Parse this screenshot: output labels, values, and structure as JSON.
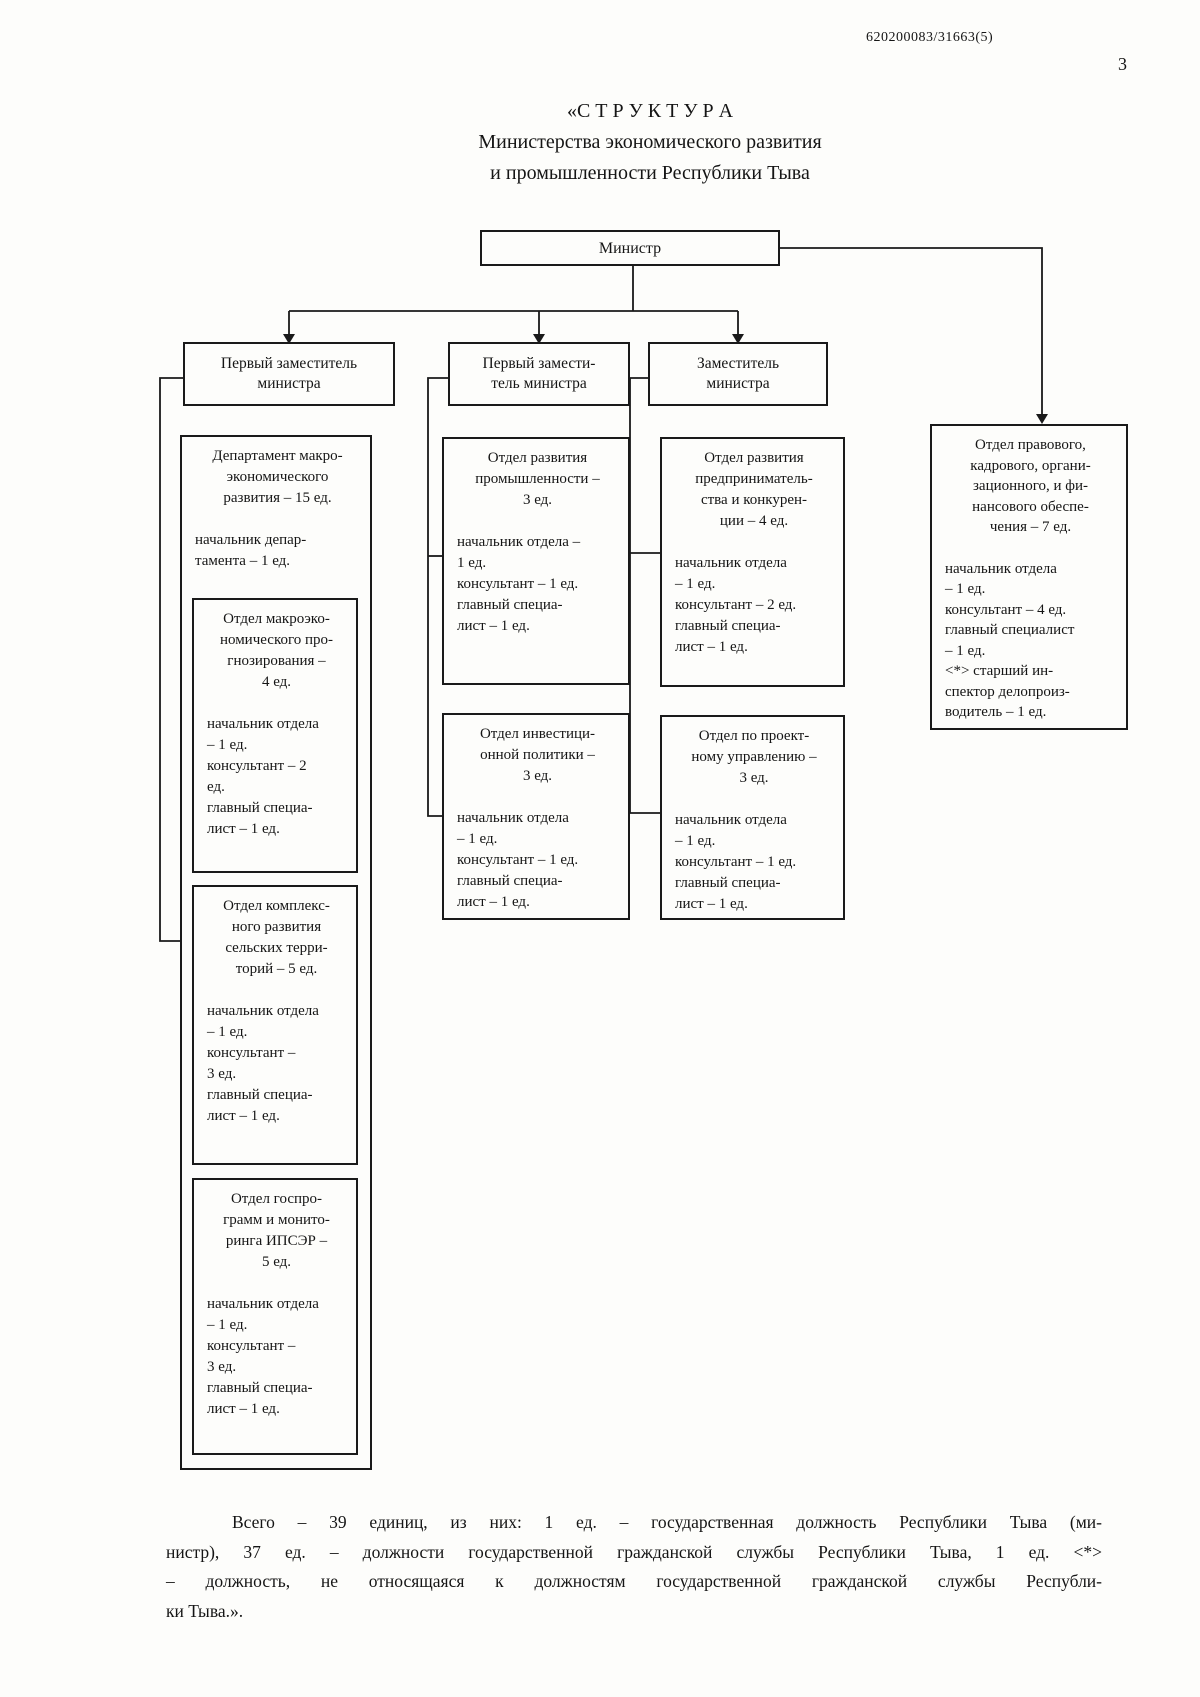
{
  "document": {
    "number": "620200083/31663(5)",
    "page": "3"
  },
  "title": {
    "lines": [
      "«С Т Р У К Т У Р А",
      "Министерства экономического развития",
      "и промышленности Республики Тыва"
    ]
  },
  "org": {
    "minister": {
      "label": "Министр"
    },
    "deputies": [
      {
        "lines": [
          "Первый заместитель",
          "министра"
        ]
      },
      {
        "lines": [
          "Первый замести-",
          "тель министра"
        ]
      },
      {
        "lines": [
          "Заместитель",
          "министра"
        ]
      }
    ],
    "col1": {
      "department": {
        "header": [
          "Департамент макро-",
          "экономического",
          "развития – 15 ед."
        ],
        "staff": [
          "начальник  депар-",
          "тамента – 1 ед."
        ]
      },
      "units": [
        {
          "header": [
            "Отдел макроэко-",
            "номического про-",
            "гнозирования –",
            "4 ед."
          ],
          "staff": [
            "начальник отдела",
            "– 1 ед.",
            "консультант – 2",
            "ед.",
            "главный специа-",
            "лист  – 1 ед."
          ]
        },
        {
          "header": [
            "Отдел комплекс-",
            "ного развития",
            "сельских терри-",
            "торий – 5 ед."
          ],
          "staff": [
            "начальник отдела",
            "– 1 ед.",
            "консультант –",
            "3 ед.",
            "главный специа-",
            "лист  – 1 ед."
          ]
        },
        {
          "header": [
            "Отдел госпро-",
            "грамм и монито-",
            "ринга ИПСЭР –",
            "5 ед."
          ],
          "staff": [
            "начальник отдела",
            "– 1 ед.",
            "консультант –",
            "3 ед.",
            "главный специа-",
            "лист  – 1 ед."
          ]
        }
      ]
    },
    "col2": {
      "units": [
        {
          "header": [
            "Отдел развития",
            "промышленности –",
            "3 ед."
          ],
          "staff": [
            "начальник отдела –",
            "1 ед.",
            "консультант – 1 ед.",
            "главный специа-",
            "лист  – 1 ед."
          ]
        },
        {
          "header": [
            "Отдел инвестици-",
            "онной политики –",
            "3 ед."
          ],
          "staff": [
            "начальник отдела",
            "– 1 ед.",
            "консультант – 1 ед.",
            "главный специа-",
            "лист  – 1 ед."
          ]
        }
      ]
    },
    "col3": {
      "units": [
        {
          "header": [
            "Отдел развития",
            "предприниматель-",
            "ства и конкурен-",
            "ции – 4 ед."
          ],
          "staff": [
            "начальник отдела",
            "– 1 ед.",
            "консультант – 2 ед.",
            "главный специа-",
            "лист  – 1 ед."
          ]
        },
        {
          "header": [
            "Отдел по проект-",
            "ному управлению –",
            "3 ед."
          ],
          "staff": [
            "начальник отдела",
            "– 1 ед.",
            "консультант – 1 ед.",
            "главный специа-",
            "лист  – 1 ед."
          ]
        }
      ]
    },
    "col4": {
      "units": [
        {
          "header": [
            "Отдел правового,",
            "кадрового, органи-",
            "зационного, и фи-",
            "нансового обеспе-",
            "чения – 7 ед."
          ],
          "staff": [
            "начальник отдела",
            "– 1 ед.",
            "консультант – 4 ед.",
            "главный специалист",
            "– 1 ед.",
            "<*> старший ин-",
            "спектор делопроиз-",
            "водитель – 1 ед."
          ]
        }
      ]
    }
  },
  "footer": {
    "lines": [
      "Всего – 39 единиц, из них: 1 ед. – государственная должность Республики Тыва (ми-",
      "нистр), 37 ед. – должности государственной гражданской службы Республики Тыва, 1 ед. <*>",
      "– должность, не относящаяся к должностям государственной гражданской службы Республи-",
      "ки Тыва.»."
    ]
  }
}
